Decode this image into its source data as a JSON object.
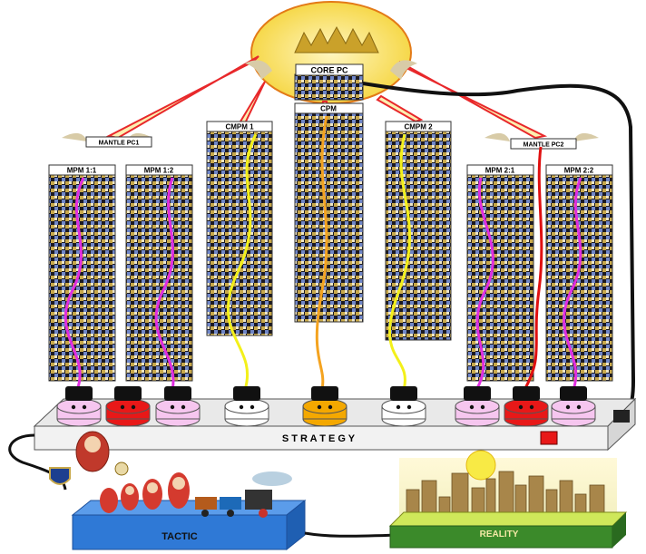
{
  "labels": {
    "core": "CORE PC",
    "mantle1": "MANTLE PC1",
    "mantle2": "MANTLE PC2",
    "cmpm1": "CMPM 1",
    "cpm": "CPM",
    "cmpm2": "CMPM 2",
    "mpm11": "MPM 1:1",
    "mpm12": "MPM 1:2",
    "mpm21": "MPM 2:1",
    "mpm22": "MPM 2:2",
    "strategy": "S T R A T E G Y",
    "tactic": "TACTIC",
    "reality": "REALITY"
  },
  "colors": {
    "sun": "#f7e27a",
    "ray": "#e8282b",
    "magenta_cable": "#e02ee0",
    "yellow_cable": "#f3f01a",
    "orange_cable": "#f4a320",
    "red_cable": "#e01010",
    "strip": "#f2f2f2",
    "tactic_box": "#2f79d6",
    "reality_box": "#d7ee64"
  },
  "sockets": [
    {
      "name": "mpm11",
      "color": "#f6c6ef"
    },
    {
      "name": "red1",
      "color": "#e81818"
    },
    {
      "name": "mpm12",
      "color": "#f6c6ef"
    },
    {
      "name": "cmpm1",
      "color": "#ffffff"
    },
    {
      "name": "cpm",
      "color": "#f4a800"
    },
    {
      "name": "cmpm2",
      "color": "#ffffff"
    },
    {
      "name": "mpm21",
      "color": "#f6c6ef"
    },
    {
      "name": "red2",
      "color": "#e81818"
    },
    {
      "name": "mpm22",
      "color": "#f6c6ef"
    }
  ]
}
